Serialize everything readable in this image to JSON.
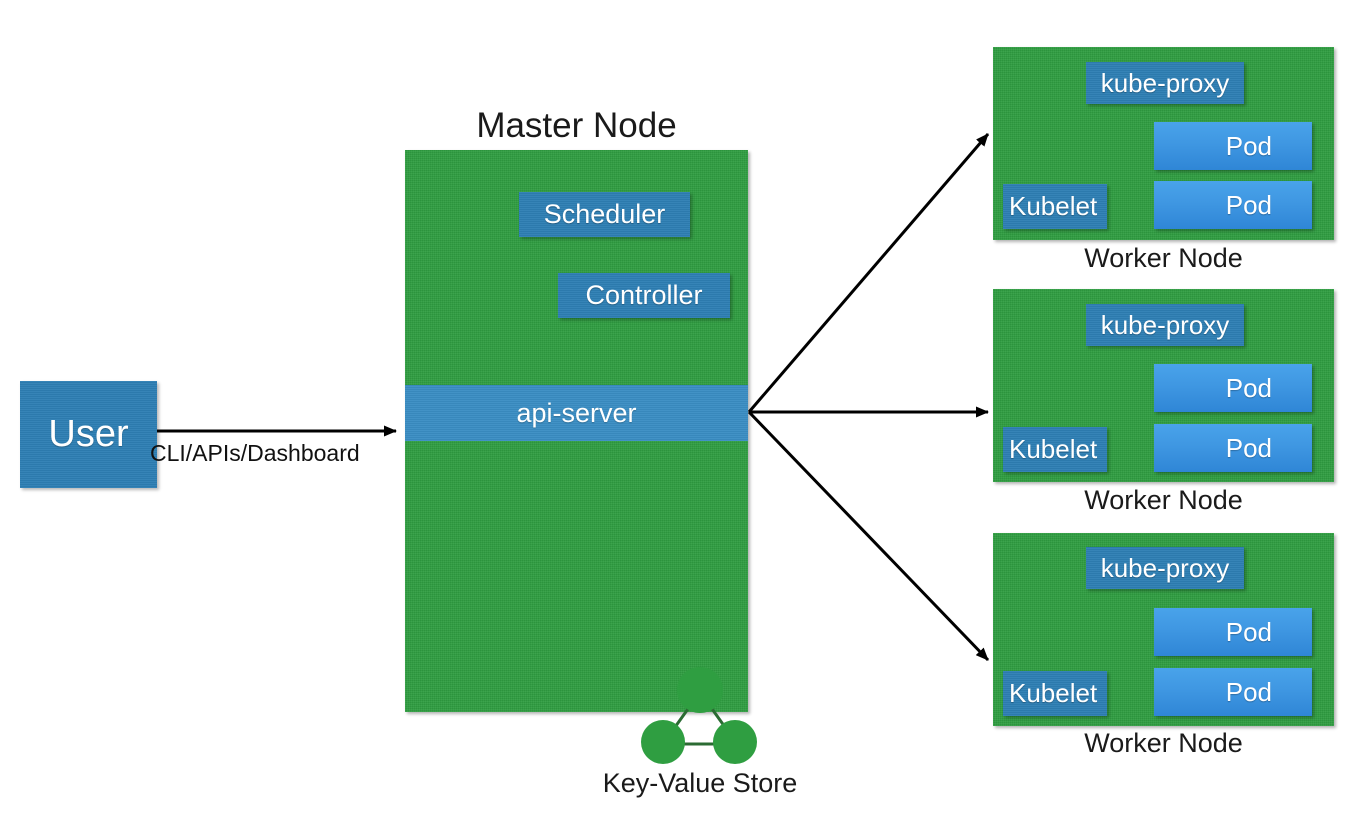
{
  "diagram": {
    "title_master": "Master Node",
    "user": {
      "label": "User",
      "edge_label": "CLI/APIs/Dashboard"
    },
    "master": {
      "scheduler": "Scheduler",
      "controller": "Controller",
      "api_server": "api-server"
    },
    "store": {
      "label": "Key-Value Store",
      "icon": "etcd-three-node-icon"
    },
    "workers": [
      {
        "caption": "Worker Node",
        "kube_proxy": "kube-proxy",
        "kubelet": "Kubelet",
        "pods": [
          "Pod",
          "Pod"
        ]
      },
      {
        "caption": "Worker Node",
        "kube_proxy": "kube-proxy",
        "kubelet": "Kubelet",
        "pods": [
          "Pod",
          "Pod"
        ]
      },
      {
        "caption": "Worker Node",
        "kube_proxy": "kube-proxy",
        "kubelet": "Kubelet",
        "pods": [
          "Pod",
          "Pod"
        ]
      }
    ],
    "colors": {
      "node_green": "#2f9e41",
      "component_blue": "#2e7fb4",
      "pod_blue": "#3f97e2",
      "api_server_blue": "#3a8ec4",
      "arrow_black": "#000000",
      "text_white": "#ffffff",
      "text_dark": "#1a1a1a",
      "background": "#ffffff"
    }
  }
}
